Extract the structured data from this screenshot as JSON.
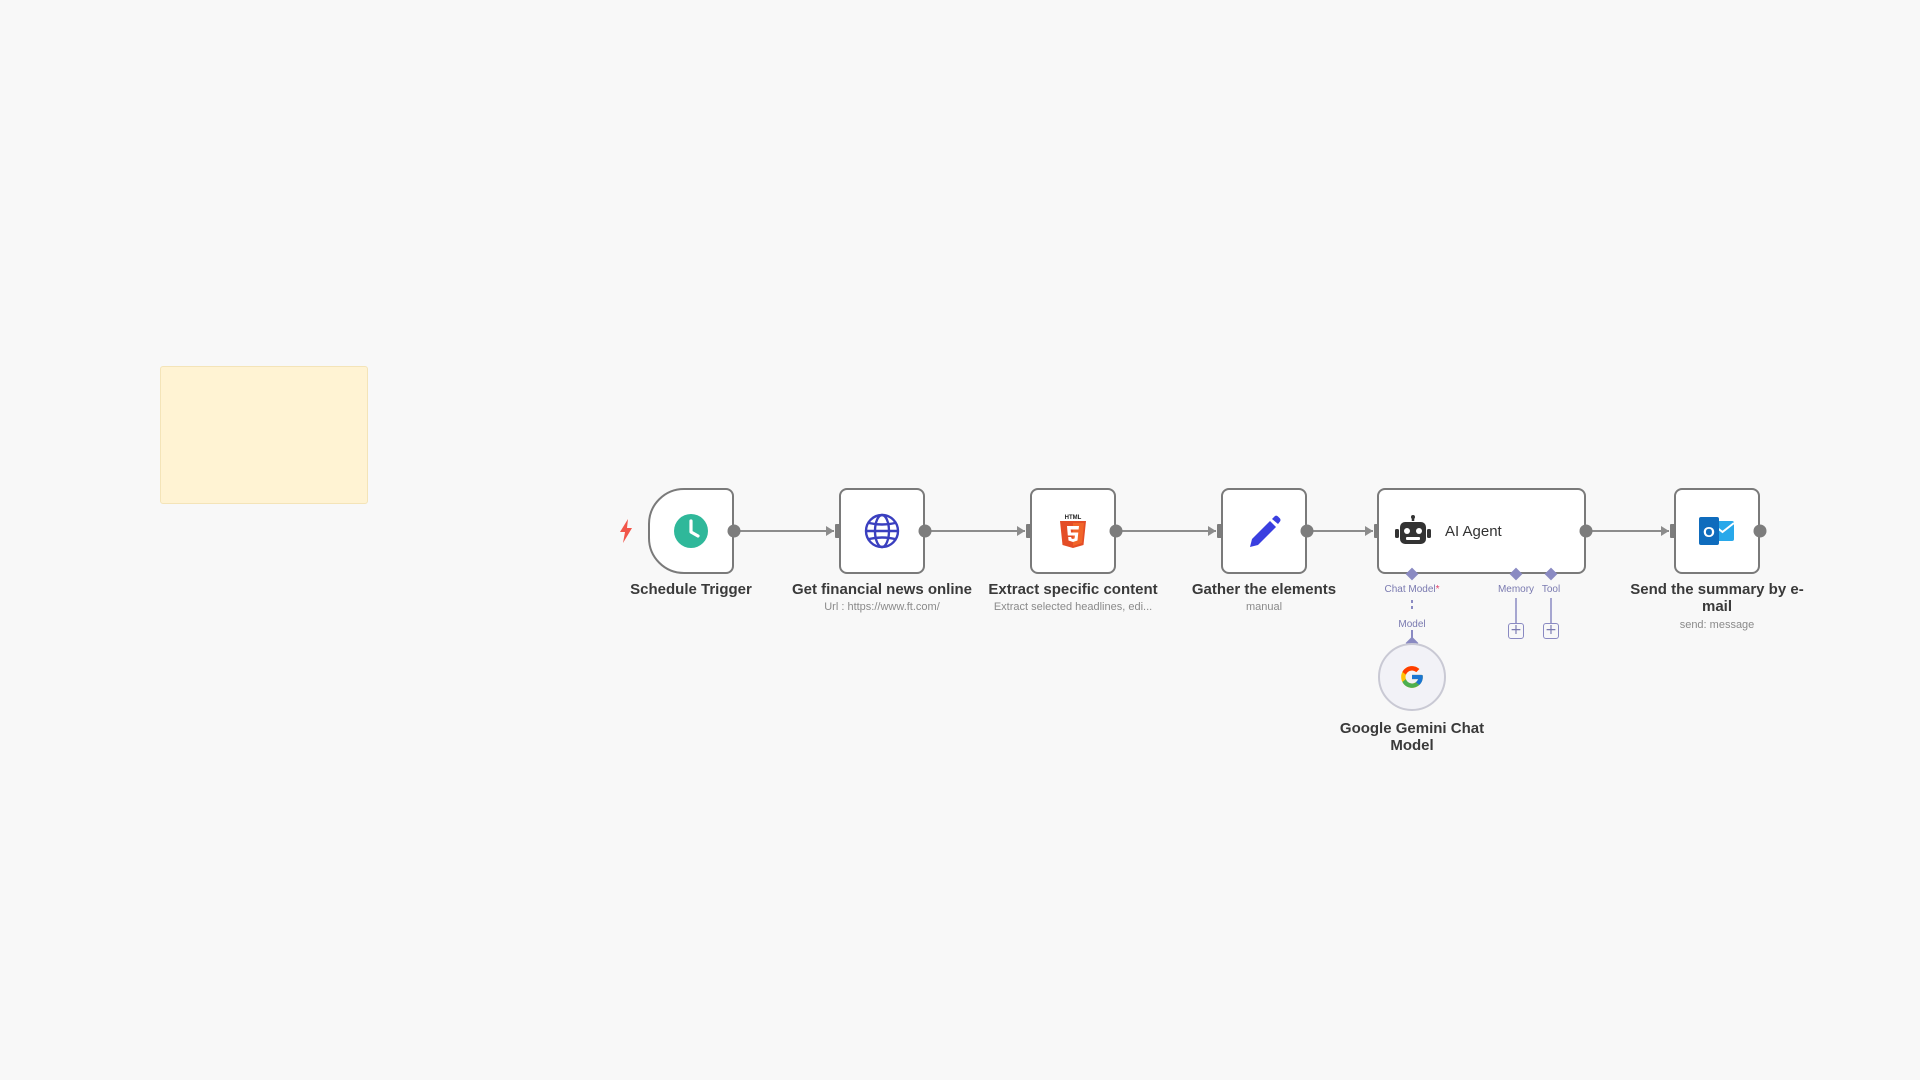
{
  "sticky_note": {
    "color": "#fff3d3"
  },
  "trigger_icon": "lightning-bolt-icon",
  "nodes": {
    "schedule": {
      "label": "Schedule Trigger",
      "icon": "clock-icon",
      "color": "#2fb89a"
    },
    "get_news": {
      "label": "Get financial news online",
      "sub": "Url : https://www.ft.com/",
      "icon": "globe-icon",
      "color": "#3a3fbf"
    },
    "extract": {
      "label": "Extract specific content",
      "sub": "Extract selected headlines, edi...",
      "icon": "html5-icon",
      "color": "#e44d26"
    },
    "gather": {
      "label": "Gather the elements",
      "sub": "manual",
      "icon": "pencil-icon",
      "color": "#3a3fe0"
    },
    "agent": {
      "label": "AI Agent",
      "icon": "robot-icon",
      "ports": {
        "chat_model": "Chat Model",
        "chat_model_required": "*",
        "memory": "Memory",
        "tool": "Tool"
      }
    },
    "gemini": {
      "label": "Google Gemini Chat Model",
      "port": "Model",
      "icon": "google-g-icon"
    },
    "email": {
      "label": "Send the summary by e-mail",
      "sub": "send: message",
      "icon": "outlook-icon",
      "color": "#0f6cbd"
    }
  },
  "add_buttons": {
    "memory": "+",
    "tool": "+"
  }
}
